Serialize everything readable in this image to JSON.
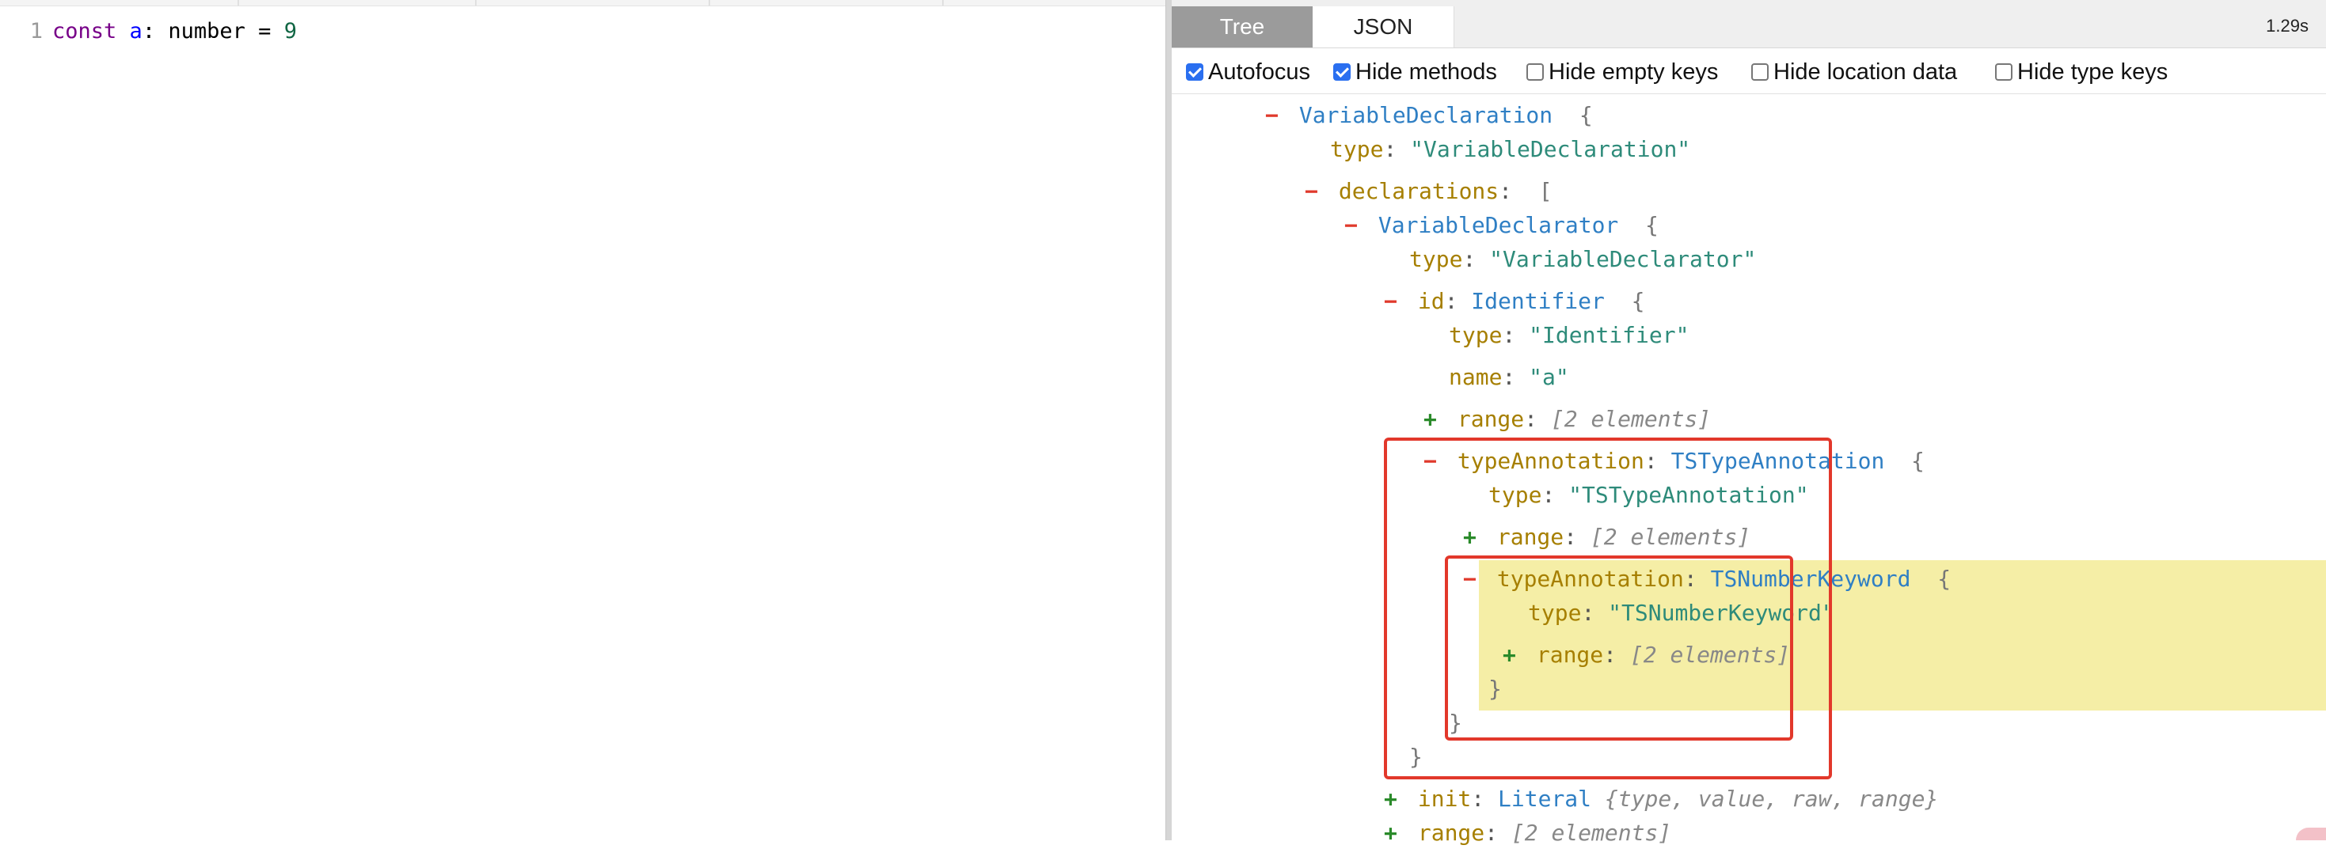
{
  "editor": {
    "line_number": "1",
    "code": {
      "kw": "const",
      "ident": "a",
      "colon": ":",
      "type": "number",
      "eq": "=",
      "num": "9"
    }
  },
  "panel": {
    "tabs": {
      "tree": "Tree",
      "json": "JSON"
    },
    "timing": "1.29s",
    "options": [
      {
        "label": "Autofocus",
        "checked": true
      },
      {
        "label": "Hide methods",
        "checked": true
      },
      {
        "label": "Hide empty keys",
        "checked": false
      },
      {
        "label": "Hide location data",
        "checked": false
      },
      {
        "label": "Hide type keys",
        "checked": false
      }
    ]
  },
  "tree": {
    "r0": {
      "name": "VariableDeclaration",
      "brace": "{"
    },
    "r1": {
      "key": "type",
      "value": "\"VariableDeclaration\""
    },
    "r2": {
      "key": "declarations",
      "brace": "["
    },
    "r3": {
      "name": "VariableDeclarator",
      "brace": "{"
    },
    "r4": {
      "key": "type",
      "value": "\"VariableDeclarator\""
    },
    "r5": {
      "key": "id",
      "name": "Identifier",
      "brace": "{"
    },
    "r6": {
      "key": "type",
      "value": "\"Identifier\""
    },
    "r7": {
      "key": "name",
      "value": "\"a\""
    },
    "r8": {
      "key": "range",
      "meta": "[2 elements]"
    },
    "r9": {
      "key": "typeAnnotation",
      "name": "TSTypeAnnotation",
      "brace": "{"
    },
    "r10": {
      "key": "type",
      "value": "\"TSTypeAnnotation\""
    },
    "r11": {
      "key": "range",
      "meta": "[2 elements]"
    },
    "r12": {
      "key": "typeAnnotation",
      "name": "TSNumberKeyword",
      "brace": "{"
    },
    "r13": {
      "key": "type",
      "value": "\"TSNumberKeyword\""
    },
    "r14": {
      "key": "range",
      "meta": "[2 elements]"
    },
    "r15": {
      "brace": "}"
    },
    "r16": {
      "brace": "}"
    },
    "r17": {
      "brace": "}"
    },
    "r18": {
      "key": "init",
      "name": "Literal",
      "meta": "{type, value, raw, range}"
    },
    "r19": {
      "key": "range",
      "meta": "[2 elements]"
    }
  },
  "colors": {
    "accent": "#2a6ff0",
    "highlight_box": "#e2382b",
    "selection": "#f5eea6"
  }
}
